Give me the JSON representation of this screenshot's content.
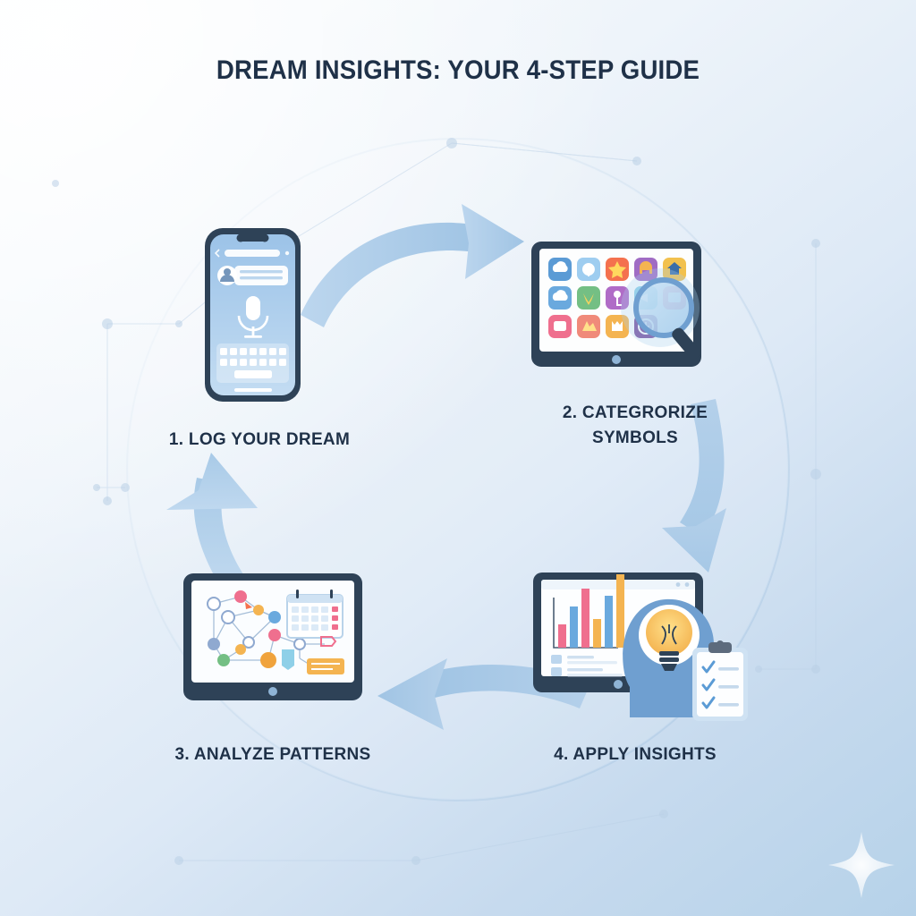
{
  "page": {
    "title": "DREAM INSIGHTS: YOUR 4-STEP GUIDE",
    "background_top": "#fbfdfe",
    "background_bottom": "#b6d2e9",
    "text_color": "#1f3148",
    "arrow_color": "#a9c9e6",
    "device_frame_color": "#2e4257",
    "accent_blue": "#7eb0dd"
  },
  "steps": [
    {
      "id": "step-1",
      "label": "1. LOG YOUR DREAM",
      "illustration": "smartphone-voice-note",
      "icon_names": [
        "microphone-icon",
        "avatar-icon",
        "keyboard-icon",
        "back-chevron-icon",
        "search-bar"
      ]
    },
    {
      "id": "step-2",
      "label_line1": "2. CATEGRORIZE",
      "label_line2": "SYMBOLS",
      "illustration": "tablet-symbol-grid-with-magnifier",
      "icon_names": [
        "cloud-icon",
        "tree-icon",
        "star-icon",
        "elephant-icon",
        "house-icon",
        "cloud-icon",
        "bird-icon",
        "key-icon",
        "fish-icon",
        "letter-icon",
        "fireworks-icon",
        "crown-icon",
        "clock-icon",
        "magnifier-icon"
      ],
      "grid_colors": [
        "#5b9bd5",
        "#9ecdf0",
        "#f4714e",
        "#a06cc4",
        "#f2c14e",
        "#6aa9de",
        "#74bf84",
        "#b06cc7",
        "#8fd0e8",
        "#f0a0c0",
        "#ef6f8e",
        "#f08a7a",
        "#f4b451",
        "#7a4f9e"
      ]
    },
    {
      "id": "step-3",
      "label": "3. ANALYZE PATTERNS",
      "illustration": "tablet-network-graph-and-calendar",
      "icon_names": [
        "network-graph-icon",
        "calendar-icon",
        "tag-icon",
        "note-icon"
      ],
      "node_colors": [
        "#ef6f8e",
        "#f4b451",
        "#6aa9de",
        "#74bf84",
        "#8fa9d0",
        "#f0a33c"
      ]
    },
    {
      "id": "step-4",
      "label": "4. APPLY INSIGHTS",
      "illustration": "tablet-chart-head-lightbulb-clipboard",
      "icon_names": [
        "bar-chart-icon",
        "head-silhouette-icon",
        "lightbulb-icon",
        "clipboard-icon",
        "checkmark-icon"
      ],
      "chart_bars": [
        {
          "color": "#ef6f8e",
          "height": 26
        },
        {
          "color": "#6aa9de",
          "height": 46
        },
        {
          "color": "#ef6f8e",
          "height": 66
        },
        {
          "color": "#f4b451",
          "height": 32
        },
        {
          "color": "#6aa9de",
          "height": 58
        },
        {
          "color": "#f4b451",
          "height": 82
        }
      ],
      "checklist_items": 3
    }
  ],
  "flow": {
    "arrows": [
      {
        "name": "arrow-step1-to-step2",
        "direction": "right-curve-top"
      },
      {
        "name": "arrow-step2-to-step4",
        "direction": "down-curve-right"
      },
      {
        "name": "arrow-step4-to-step3",
        "direction": "left-curve-bottom"
      },
      {
        "name": "arrow-step3-to-step1",
        "direction": "up-curve-left"
      }
    ]
  },
  "decor": {
    "sparkle": "sparkle-icon",
    "ring": "background-ring",
    "dots": "background-network-dots"
  }
}
